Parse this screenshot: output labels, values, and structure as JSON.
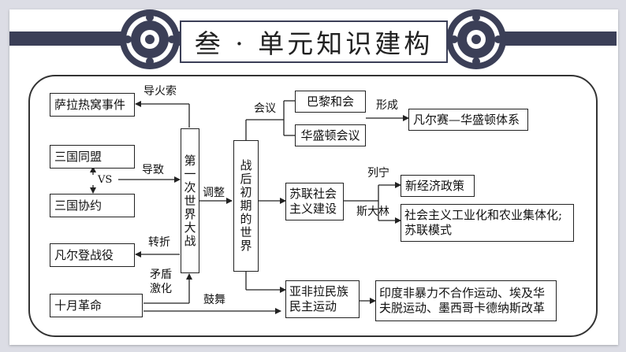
{
  "title": "叁 · 单元知识建构",
  "colors": {
    "background": "#dcdde5",
    "ornament": "#3b3f57",
    "line": "#222222"
  },
  "nodes": {
    "salat": "萨拉热窝事件",
    "triple_alliance": "三国同盟",
    "vs": "VS",
    "entente": "三国协约",
    "verdun": "凡尔登战役",
    "october": "十月革命",
    "ww1": "第一次世界大战",
    "postwar": "战后初期的世界",
    "paris": "巴黎和会",
    "washington": "华盛顿会议",
    "versailles": "凡尔赛—华盛顿体系",
    "soviet": "苏联社会主义建设",
    "nep": "新经济政策",
    "stalin_model": "社会主义工业化和农业集体化;苏联模式",
    "asia_africa": "亚非拉民族民主运动",
    "movements": "印度非暴力不合作运动、埃及华夫脱运动、墨西哥卡德纳斯改革"
  },
  "edge_labels": {
    "fuse": "导火索",
    "lead": "导致",
    "turn": "转折",
    "conflict": "矛盾激化",
    "inspire": "鼓舞",
    "adjust": "调整",
    "meeting": "会议",
    "form": "形成",
    "lenin": "列宁",
    "stalin": "斯大林"
  }
}
